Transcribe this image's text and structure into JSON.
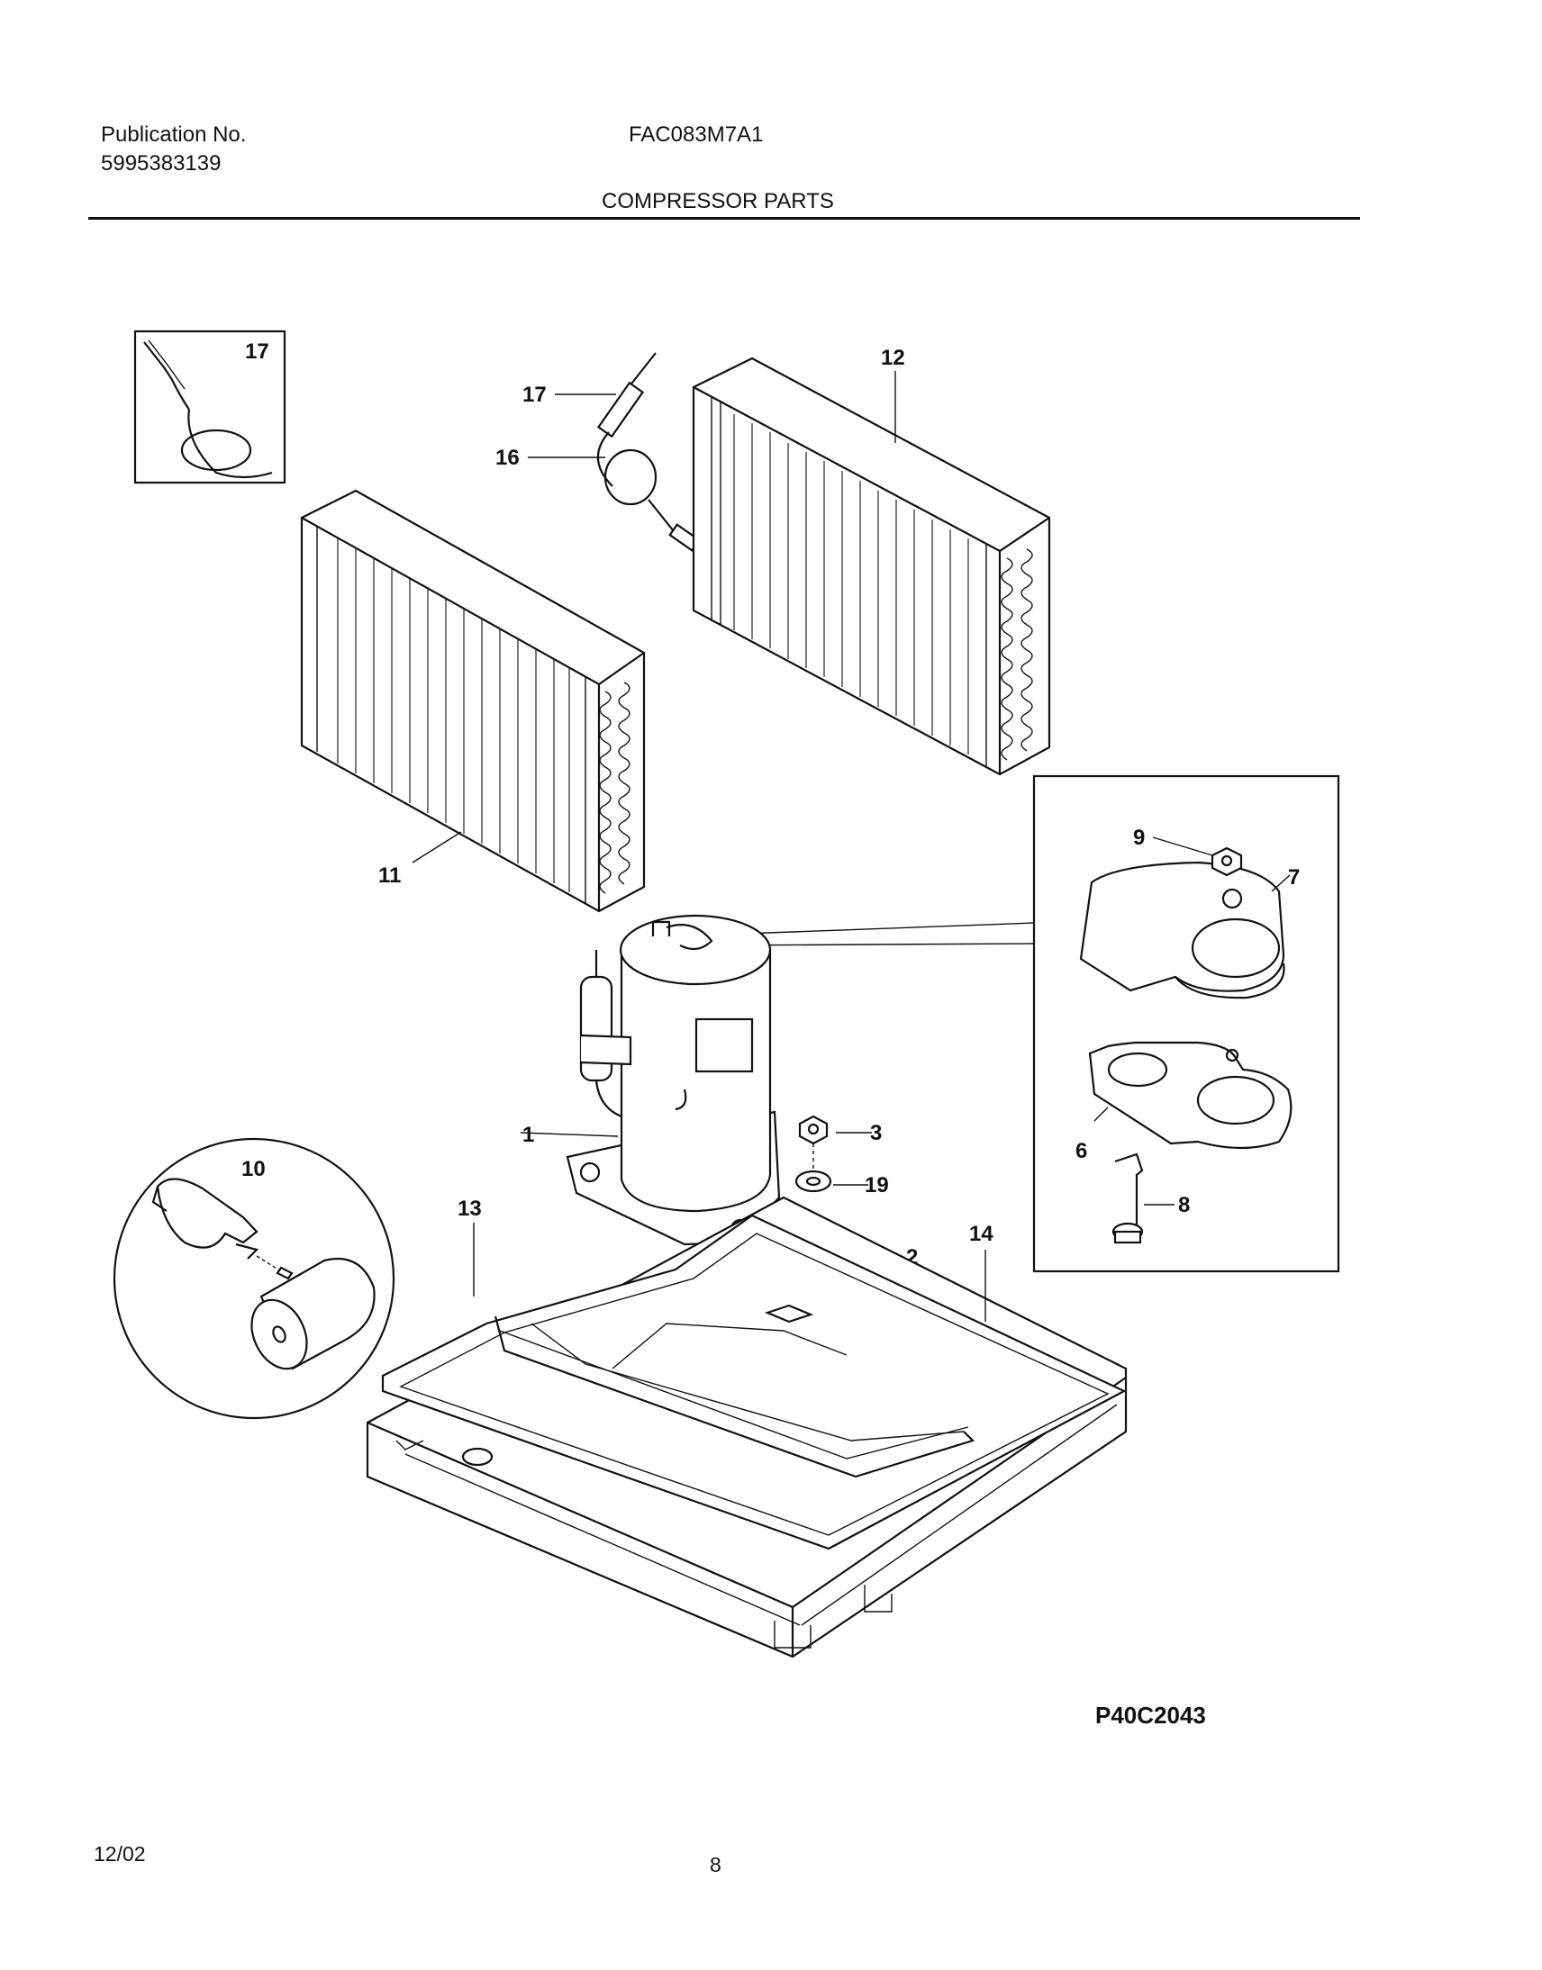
{
  "header": {
    "publication_label": "Publication No.",
    "publication_number": "5995383139",
    "model": "FAC083M7A1",
    "section_title": "COMPRESSOR PARTS"
  },
  "callouts": {
    "c17_inset": "17",
    "c17": "17",
    "c16": "16",
    "c12": "12",
    "c11": "11",
    "c9": "9",
    "c7": "7",
    "c6": "6",
    "c8": "8",
    "c1": "1",
    "c3": "3",
    "c19": "19",
    "c2": "2",
    "c10": "10",
    "c13": "13",
    "c14": "14"
  },
  "diagram_code": "P40C2043",
  "footer": {
    "date": "12/02",
    "page_number": "8"
  }
}
